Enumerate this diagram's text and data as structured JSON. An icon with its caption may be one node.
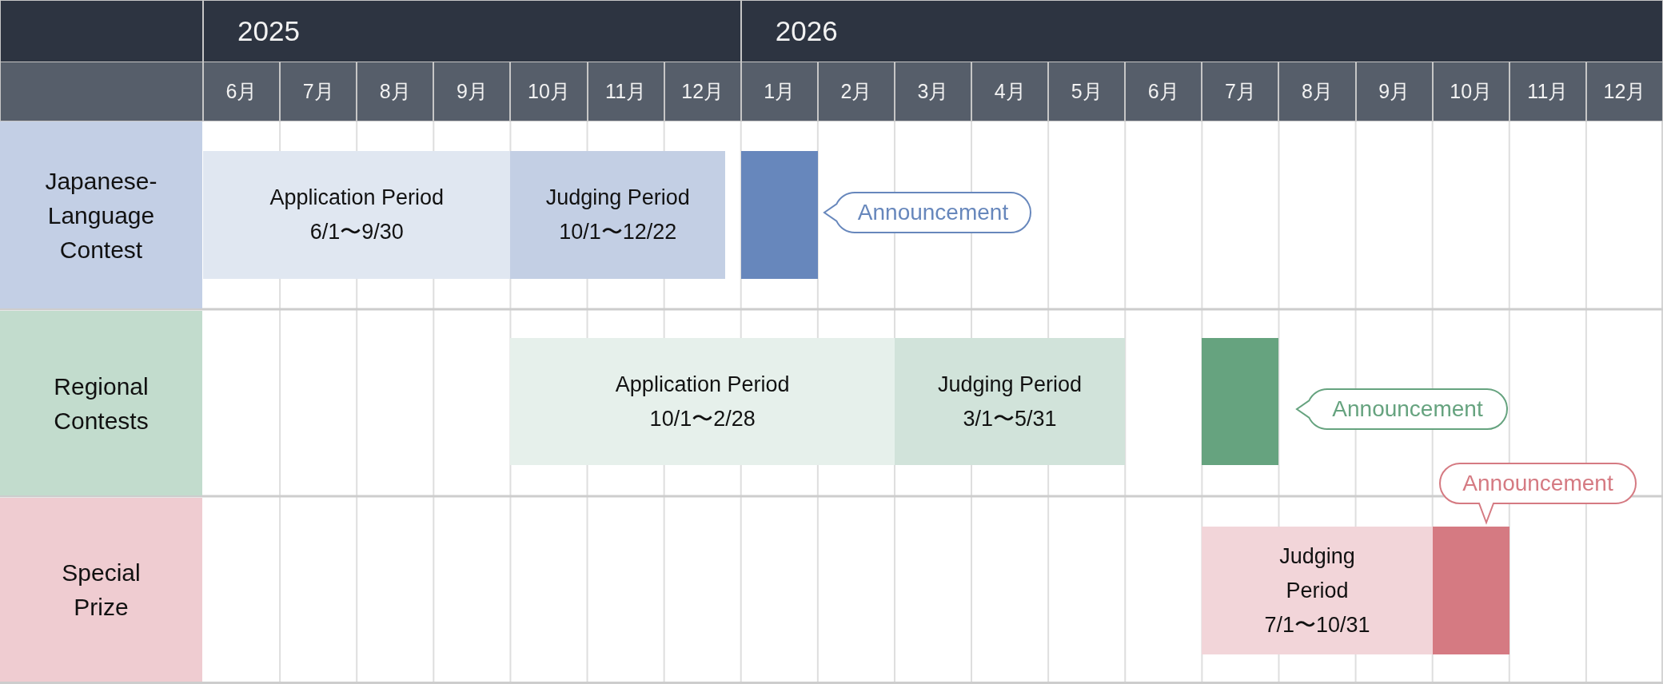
{
  "diagram": {
    "nodes": [
      {
        "text": [
          "Japanese-Language Contest"
        ]
      },
      {
        "text": [
          "Application Period",
          "6/1〜9/30"
        ]
      },
      {
        "text": [
          "Judging Period",
          "10/1〜12/22"
        ]
      },
      {
        "text": [],
        "shape": "bar"
      },
      {
        "text": [
          "Announcement"
        ]
      },
      {
        "text": [
          "Regional Contests"
        ]
      },
      {
        "text": [
          "Application Period",
          "10/1〜2/28"
        ]
      },
      {
        "text": [
          "Judging Period",
          "3/1〜5/31"
        ]
      },
      {
        "text": [],
        "shape": "bar"
      },
      {
        "text": [
          "Announcement"
        ]
      },
      {
        "text": [
          "Special Prize"
        ]
      },
      {
        "text": [
          "Judging Period",
          "7/1〜10/31"
        ]
      },
      {
        "text": [],
        "shape": "bar"
      },
      {
        "text": [
          "Announcement"
        ]
      }
    ],
    "labels": [
      "2025",
      "2026",
      "6月",
      "7月",
      "8月",
      "9月",
      "10月",
      "11月",
      "12月",
      "1月",
      "2月",
      "3月",
      "4月",
      "5月",
      "6月",
      "7月",
      "8月",
      "9月",
      "10月",
      "11月",
      "12月"
    ]
  }
}
